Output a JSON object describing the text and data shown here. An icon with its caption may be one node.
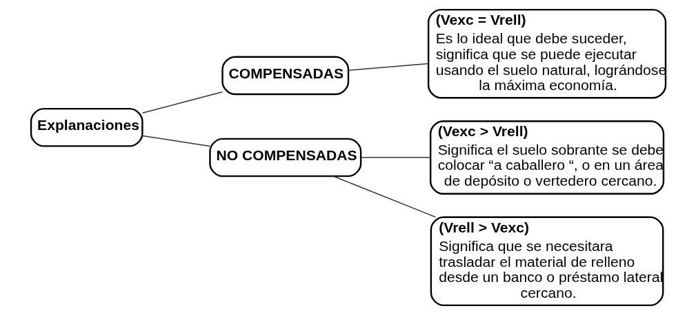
{
  "diagram": {
    "nodes": [
      {
        "text": [
          "Explanaciones"
        ]
      },
      {
        "text": [
          "COMPENSADAS"
        ]
      },
      {
        "text": [
          "NO COMPENSADAS"
        ]
      },
      {
        "text": [
          "(Vexc = Vrell)",
          "Es lo ideal que debe suceder, significa que se puede ejecutar usando el suelo natural, lográndose la máxima economía."
        ]
      },
      {
        "text": [
          "(Vexc > Vrell)",
          "Significa el suelo sobrante se debe colocar “a caballero “, o en un área de depósito o vertedero cercano."
        ]
      },
      {
        "text": [
          "(Vrell > Vexc)",
          "Significa que se necesitara trasladar el material de relleno desde un banco o préstamo lateral cercano."
        ]
      }
    ],
    "edges": [
      {
        "from": 0,
        "to": 1,
        "arrow": "none"
      },
      {
        "from": 0,
        "to": 2,
        "arrow": "none"
      },
      {
        "from": 1,
        "to": 3,
        "arrow": "none"
      },
      {
        "from": 2,
        "to": 4,
        "arrow": "none"
      },
      {
        "from": 2,
        "to": 5,
        "arrow": "none"
      }
    ]
  }
}
